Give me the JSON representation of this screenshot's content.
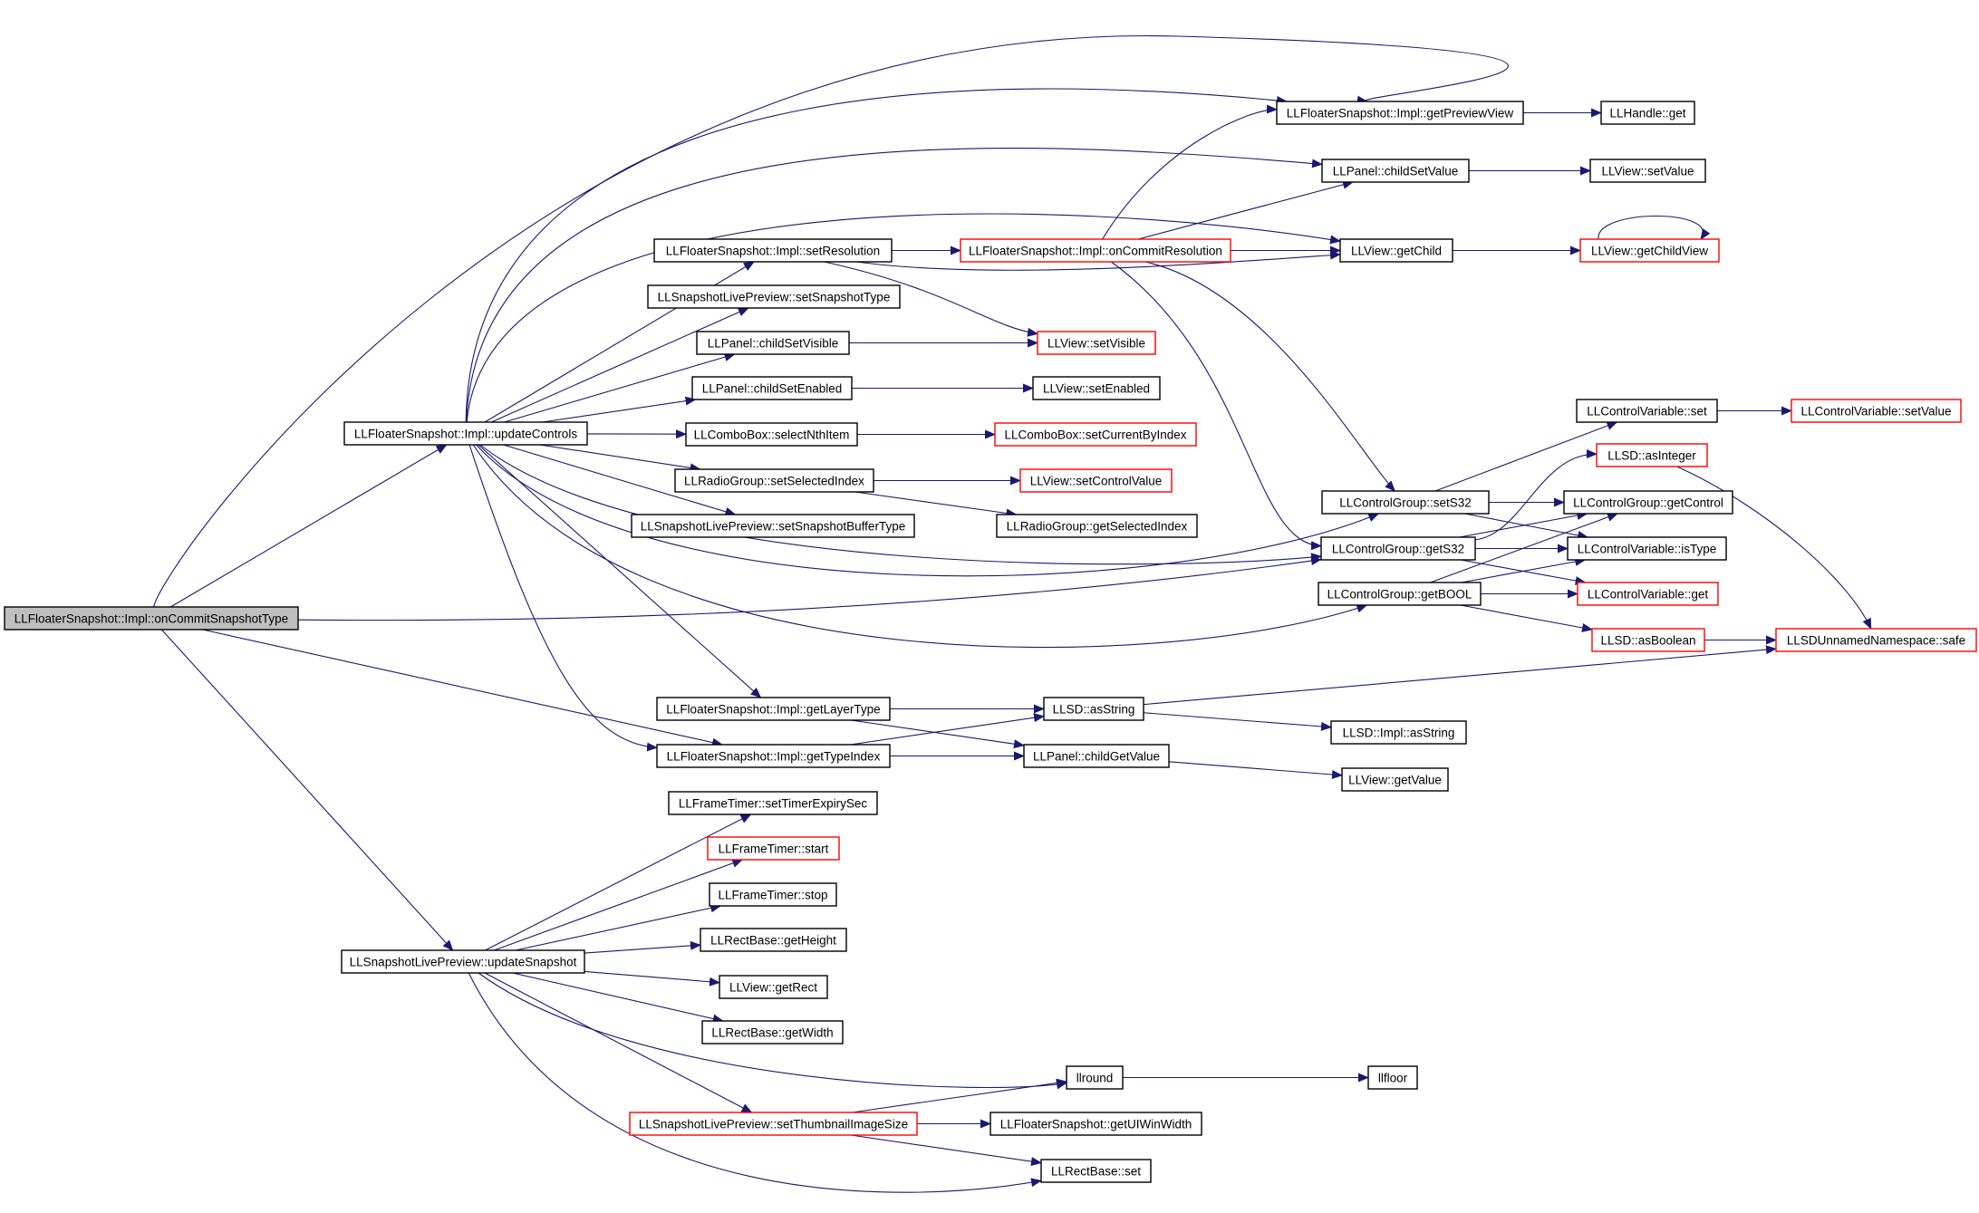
{
  "diagram": {
    "nodes": [
      {
        "id": "root",
        "label": "LLFloaterSnapshot::Impl::onCommitSnapshotType",
        "border": "root"
      },
      {
        "id": "updateControls",
        "label": "LLFloaterSnapshot::Impl::updateControls",
        "border": "black"
      },
      {
        "id": "updateSnapshot",
        "label": "LLSnapshotLivePreview::updateSnapshot",
        "border": "black"
      },
      {
        "id": "setResolution",
        "label": "LLFloaterSnapshot::Impl::setResolution",
        "border": "black"
      },
      {
        "id": "setSnapshotType",
        "label": "LLSnapshotLivePreview::setSnapshotType",
        "border": "black"
      },
      {
        "id": "childSetVisible",
        "label": "LLPanel::childSetVisible",
        "border": "black"
      },
      {
        "id": "childSetEnabled",
        "label": "LLPanel::childSetEnabled",
        "border": "black"
      },
      {
        "id": "selectNthItem",
        "label": "LLComboBox::selectNthItem",
        "border": "black"
      },
      {
        "id": "setSelectedIndex",
        "label": "LLRadioGroup::setSelectedIndex",
        "border": "black"
      },
      {
        "id": "setSnapshotBufferType",
        "label": "LLSnapshotLivePreview::setSnapshotBufferType",
        "border": "black"
      },
      {
        "id": "getLayerType",
        "label": "LLFloaterSnapshot::Impl::getLayerType",
        "border": "black"
      },
      {
        "id": "getTypeIndex",
        "label": "LLFloaterSnapshot::Impl::getTypeIndex",
        "border": "black"
      },
      {
        "id": "setTimerExpirySec",
        "label": "LLFrameTimer::setTimerExpirySec",
        "border": "black"
      },
      {
        "id": "timerStart",
        "label": "LLFrameTimer::start",
        "border": "red"
      },
      {
        "id": "timerStop",
        "label": "LLFrameTimer::stop",
        "border": "black"
      },
      {
        "id": "getHeight",
        "label": "LLRectBase::getHeight",
        "border": "black"
      },
      {
        "id": "getRect",
        "label": "LLView::getRect",
        "border": "black"
      },
      {
        "id": "getWidth",
        "label": "LLRectBase::getWidth",
        "border": "black"
      },
      {
        "id": "setThumbnailImageSize",
        "label": "LLSnapshotLivePreview::setThumbnailImageSize",
        "border": "red"
      },
      {
        "id": "onCommitResolution",
        "label": "LLFloaterSnapshot::Impl::onCommitResolution",
        "border": "red"
      },
      {
        "id": "viewSetVisible",
        "label": "LLView::setVisible",
        "border": "red"
      },
      {
        "id": "viewSetEnabled",
        "label": "LLView::setEnabled",
        "border": "black"
      },
      {
        "id": "setCurrentByIndex",
        "label": "LLComboBox::setCurrentByIndex",
        "border": "red"
      },
      {
        "id": "setControlValue",
        "label": "LLView::setControlValue",
        "border": "red"
      },
      {
        "id": "getSelectedIndex",
        "label": "LLRadioGroup::getSelectedIndex",
        "border": "black"
      },
      {
        "id": "asString",
        "label": "LLSD::asString",
        "border": "black"
      },
      {
        "id": "childGetValue",
        "label": "LLPanel::childGetValue",
        "border": "black"
      },
      {
        "id": "llround",
        "label": "llround",
        "border": "black"
      },
      {
        "id": "getUIWinWidth",
        "label": "LLFloaterSnapshot::getUIWinWidth",
        "border": "black"
      },
      {
        "id": "rectSet",
        "label": "LLRectBase::set",
        "border": "black"
      },
      {
        "id": "getPreviewView",
        "label": "LLFloaterSnapshot::Impl::getPreviewView",
        "border": "black"
      },
      {
        "id": "childSetValue",
        "label": "LLPanel::childSetValue",
        "border": "black"
      },
      {
        "id": "getChild",
        "label": "LLView::getChild",
        "border": "black"
      },
      {
        "id": "setS32",
        "label": "LLControlGroup::setS32",
        "border": "black"
      },
      {
        "id": "getS32",
        "label": "LLControlGroup::getS32",
        "border": "black"
      },
      {
        "id": "getBOOL",
        "label": "LLControlGroup::getBOOL",
        "border": "black"
      },
      {
        "id": "implAsString",
        "label": "LLSD::Impl::asString",
        "border": "black"
      },
      {
        "id": "viewGetValue",
        "label": "LLView::getValue",
        "border": "black"
      },
      {
        "id": "llfloor",
        "label": "llfloor",
        "border": "black"
      },
      {
        "id": "handleGet",
        "label": "LLHandle::get",
        "border": "black"
      },
      {
        "id": "viewSetValue",
        "label": "LLView::setValue",
        "border": "black"
      },
      {
        "id": "getChildView",
        "label": "LLView::getChildView",
        "border": "red"
      },
      {
        "id": "cvSet",
        "label": "LLControlVariable::set",
        "border": "black"
      },
      {
        "id": "asInteger",
        "label": "LLSD::asInteger",
        "border": "red"
      },
      {
        "id": "getControl",
        "label": "LLControlGroup::getControl",
        "border": "black"
      },
      {
        "id": "isType",
        "label": "LLControlVariable::isType",
        "border": "black"
      },
      {
        "id": "cvGet",
        "label": "LLControlVariable::get",
        "border": "red"
      },
      {
        "id": "asBoolean",
        "label": "LLSD::asBoolean",
        "border": "red"
      },
      {
        "id": "cvSetValue",
        "label": "LLControlVariable::setValue",
        "border": "red"
      },
      {
        "id": "safe",
        "label": "LLSDUnnamedNamespace::safe",
        "border": "red"
      }
    ]
  },
  "colors": {
    "edge": "#191970",
    "node_border": "#000000",
    "node_border_truncated": "#ff0000",
    "root_fill": "#bfbfbf",
    "node_fill": "#ffffff"
  }
}
